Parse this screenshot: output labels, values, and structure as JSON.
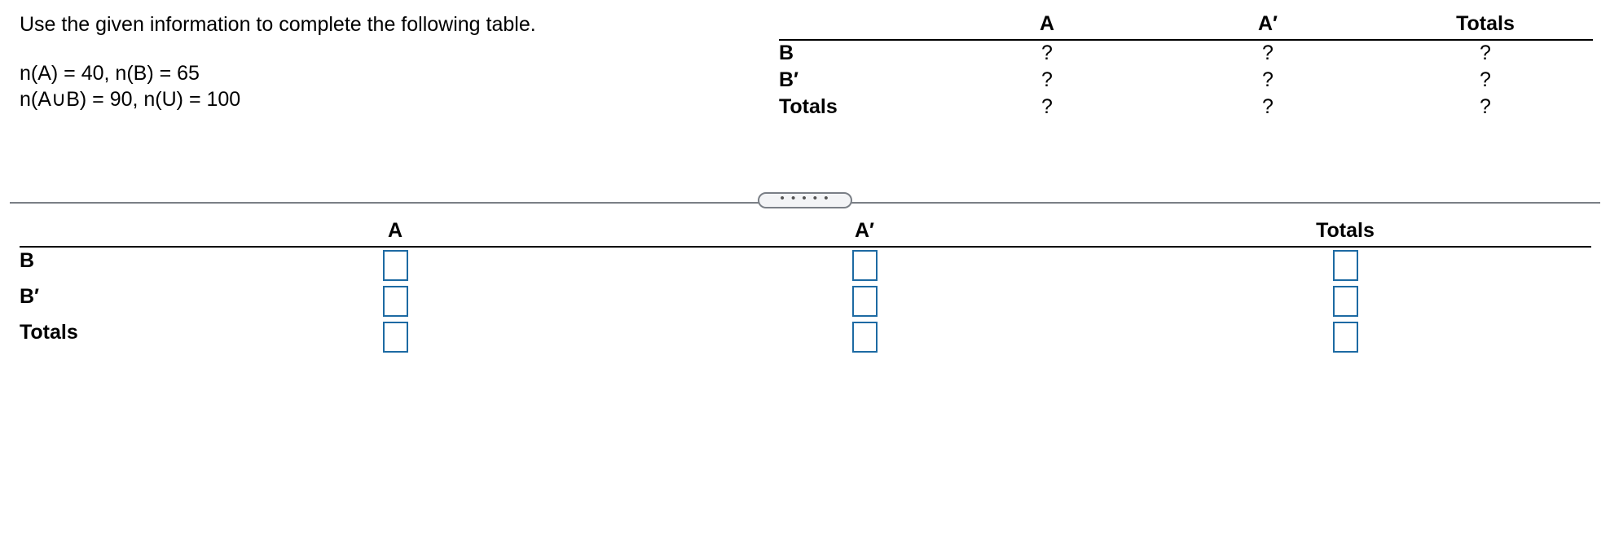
{
  "question": {
    "prompt": "Use the given information to complete the following table.",
    "given_line1": "n(A) = 40, n(B) = 65",
    "given_line2": "n(A∪B) = 90, n(U) = 100"
  },
  "reference_table": {
    "columns": [
      "A",
      "A′",
      "Totals"
    ],
    "rows": [
      {
        "label": "B",
        "cells": [
          "?",
          "?",
          "?"
        ]
      },
      {
        "label": "B′",
        "cells": [
          "?",
          "?",
          "?"
        ]
      },
      {
        "label": "Totals",
        "cells": [
          "?",
          "?",
          "?"
        ]
      }
    ]
  },
  "divider": {
    "handle_label": "• • • • •"
  },
  "answer_table": {
    "columns": [
      "A",
      "A′",
      "Totals"
    ],
    "rows": [
      {
        "label": "B",
        "values": [
          "",
          "",
          ""
        ]
      },
      {
        "label": "B′",
        "values": [
          "",
          "",
          ""
        ]
      },
      {
        "label": "Totals",
        "values": [
          "",
          "",
          ""
        ]
      }
    ]
  },
  "colors": {
    "input_border": "#1d6aa3",
    "divider": "#7a7f86"
  }
}
